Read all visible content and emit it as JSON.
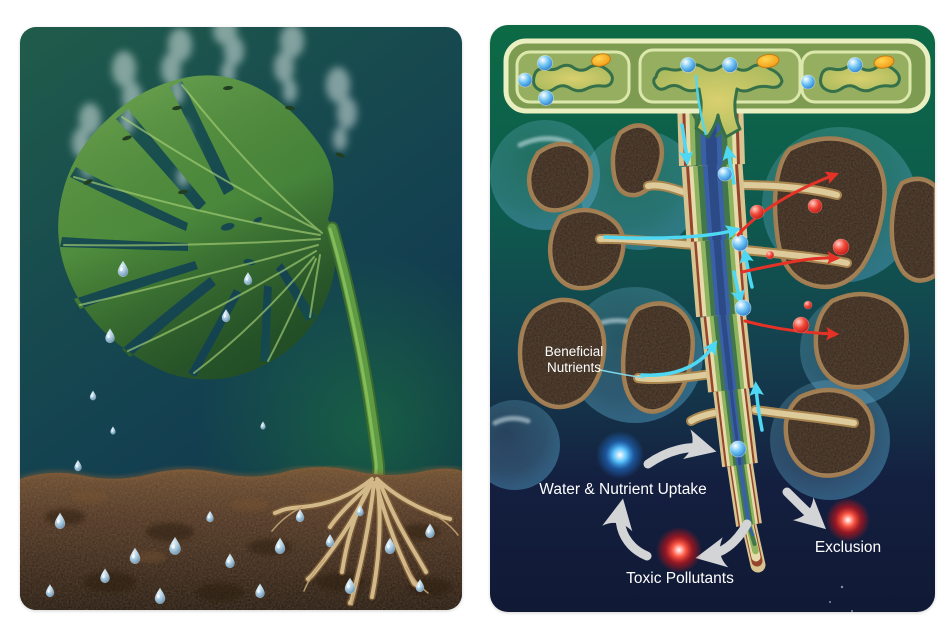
{
  "figure": {
    "title": "Plant water and nutrient uptake illustration",
    "panels": {
      "transpiration": {
        "name": "plant-transpiration",
        "elements": [
          "monstera-leaf",
          "steam-plumes",
          "stomata",
          "water-droplets",
          "stem",
          "soil",
          "roots"
        ]
      },
      "root_uptake": {
        "name": "root-uptake-diagram",
        "labels": {
          "beneficial_line1": "Beneficial",
          "beneficial_line2": "Nutrients",
          "water_uptake": "Water & Nutrient Uptake",
          "toxic": "Toxic Pollutants",
          "exclusion": "Exclusion"
        },
        "colors": {
          "uptake_arrow": "#4fd8f4",
          "exclusion_arrow": "#e63226",
          "flow_arrow": "#d2d4d6",
          "water_sphere": "#39a9f0",
          "pollutant_sphere": "#e61717"
        }
      }
    }
  }
}
